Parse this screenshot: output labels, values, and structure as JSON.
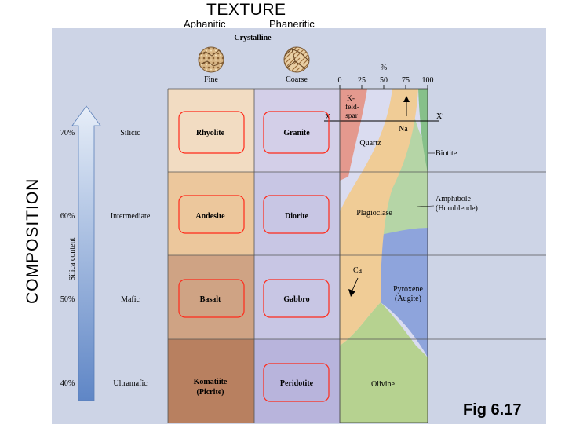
{
  "texture": {
    "title": "TEXTURE",
    "aphanitic": "Aphanitic",
    "phaneritic": "Phaneritic",
    "crystalline": "Crystalline",
    "fine": "Fine",
    "coarse": "Coarse"
  },
  "composition": {
    "title": "COMPOSITION",
    "axis_label": "Silica content",
    "levels": [
      {
        "pct": "70%",
        "name": "Silicic"
      },
      {
        "pct": "60%",
        "name": "Intermediate"
      },
      {
        "pct": "50%",
        "name": "Mafic"
      },
      {
        "pct": "40%",
        "name": "Ultramafic"
      }
    ]
  },
  "rocks": {
    "fine": [
      {
        "name": "Rhyolite"
      },
      {
        "name": "Andesite"
      },
      {
        "name": "Basalt"
      },
      {
        "name": "Komatiite",
        "sub": "(Picrite)"
      }
    ],
    "coarse": [
      "Granite",
      "Diorite",
      "Gabbro",
      "Peridotite"
    ]
  },
  "mineral_chart": {
    "percent_symbol": "%",
    "ticks": [
      "0",
      "25",
      "50",
      "75",
      "100"
    ],
    "minerals": {
      "kfeldspar": [
        "K-",
        "feld-",
        "spar"
      ],
      "quartz": "Quartz",
      "biotite": "Biotite",
      "amphibole": [
        "Amphibole",
        "(Hornblende)"
      ],
      "plagioclase": "Plagioclase",
      "pyroxene": [
        "Pyroxene",
        "(Augite)"
      ],
      "olivine": "Olivine"
    },
    "markers": {
      "x_left": "X",
      "x_right": "X′",
      "na": "Na",
      "ca": "Ca"
    }
  },
  "figure_label": "Fig 6.17",
  "colors": {
    "silicic_fine": "#f2dcc2",
    "intermediate_fine": "#ecc79c",
    "mafic_fine": "#cfa384",
    "ultramafic_fine": "#b88060",
    "coarse_column": "#c8c6e4",
    "kfeldspar": "#e4998e",
    "quartz": "#dadcf0",
    "plagioclase": "#f0cc96",
    "biotite": "#86c08a",
    "amphibole": "#b5d5a6",
    "pyroxene": "#8ea4dc",
    "olivine": "#b6d290",
    "highlight_border": "#ff2a1a",
    "arrow_blue": "#6f95cf"
  }
}
